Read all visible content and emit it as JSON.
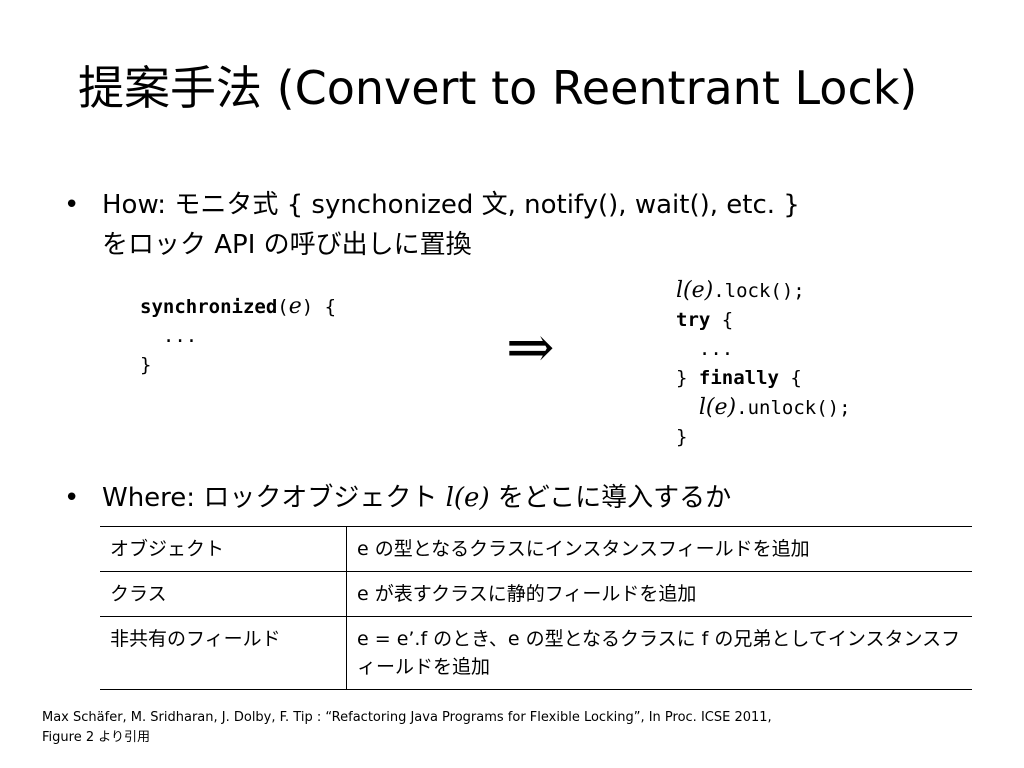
{
  "title": "提案手法 (Convert to Reentrant Lock)",
  "bullets": {
    "how": {
      "symbol": "•",
      "line1": "How: モニタ式 { synchonized 文, notify(), wait(),  etc. }",
      "line2": "をロック API の呼び出しに置換"
    },
    "where": {
      "symbol": "•",
      "prefix": "Where: ロックオブジェクト ",
      "expr": "l(e)",
      "suffix": " をどこに導入するか"
    }
  },
  "code_left": {
    "keyword": "synchronized",
    "paren_open": "(",
    "var": "e",
    "paren_close": ") {",
    "dots": "  ...",
    "close": "}"
  },
  "arrow": "⇒",
  "code_right": {
    "lock_var": "l(e)",
    "lock_call": ".lock();",
    "try_kw": "try",
    "try_brace": " {",
    "dots": "  ...",
    "close_brace": "} ",
    "finally_kw": "finally",
    "finally_brace": " {",
    "unlock_indent": "  ",
    "unlock_var": "l(e)",
    "unlock_call": ".unlock();",
    "end": "}"
  },
  "table": {
    "rows": [
      {
        "key": "オブジェクト",
        "value": "e の型となるクラスにインスタンスフィールドを追加"
      },
      {
        "key": "クラス",
        "value": "e が表すクラスに静的フィールドを追加"
      },
      {
        "key": "非共有のフィールド",
        "value": "e = e’.f のとき、e の型となるクラスに f の兄弟としてインスタンスフィールドを追加"
      }
    ]
  },
  "footer": {
    "line1": "Max Schäfer, M. Sridharan, J. Dolby, F. Tip : “Refactoring Java Programs for Flexible Locking”, In Proc. ICSE 2011,",
    "line2": "Figure 2 より引用"
  }
}
